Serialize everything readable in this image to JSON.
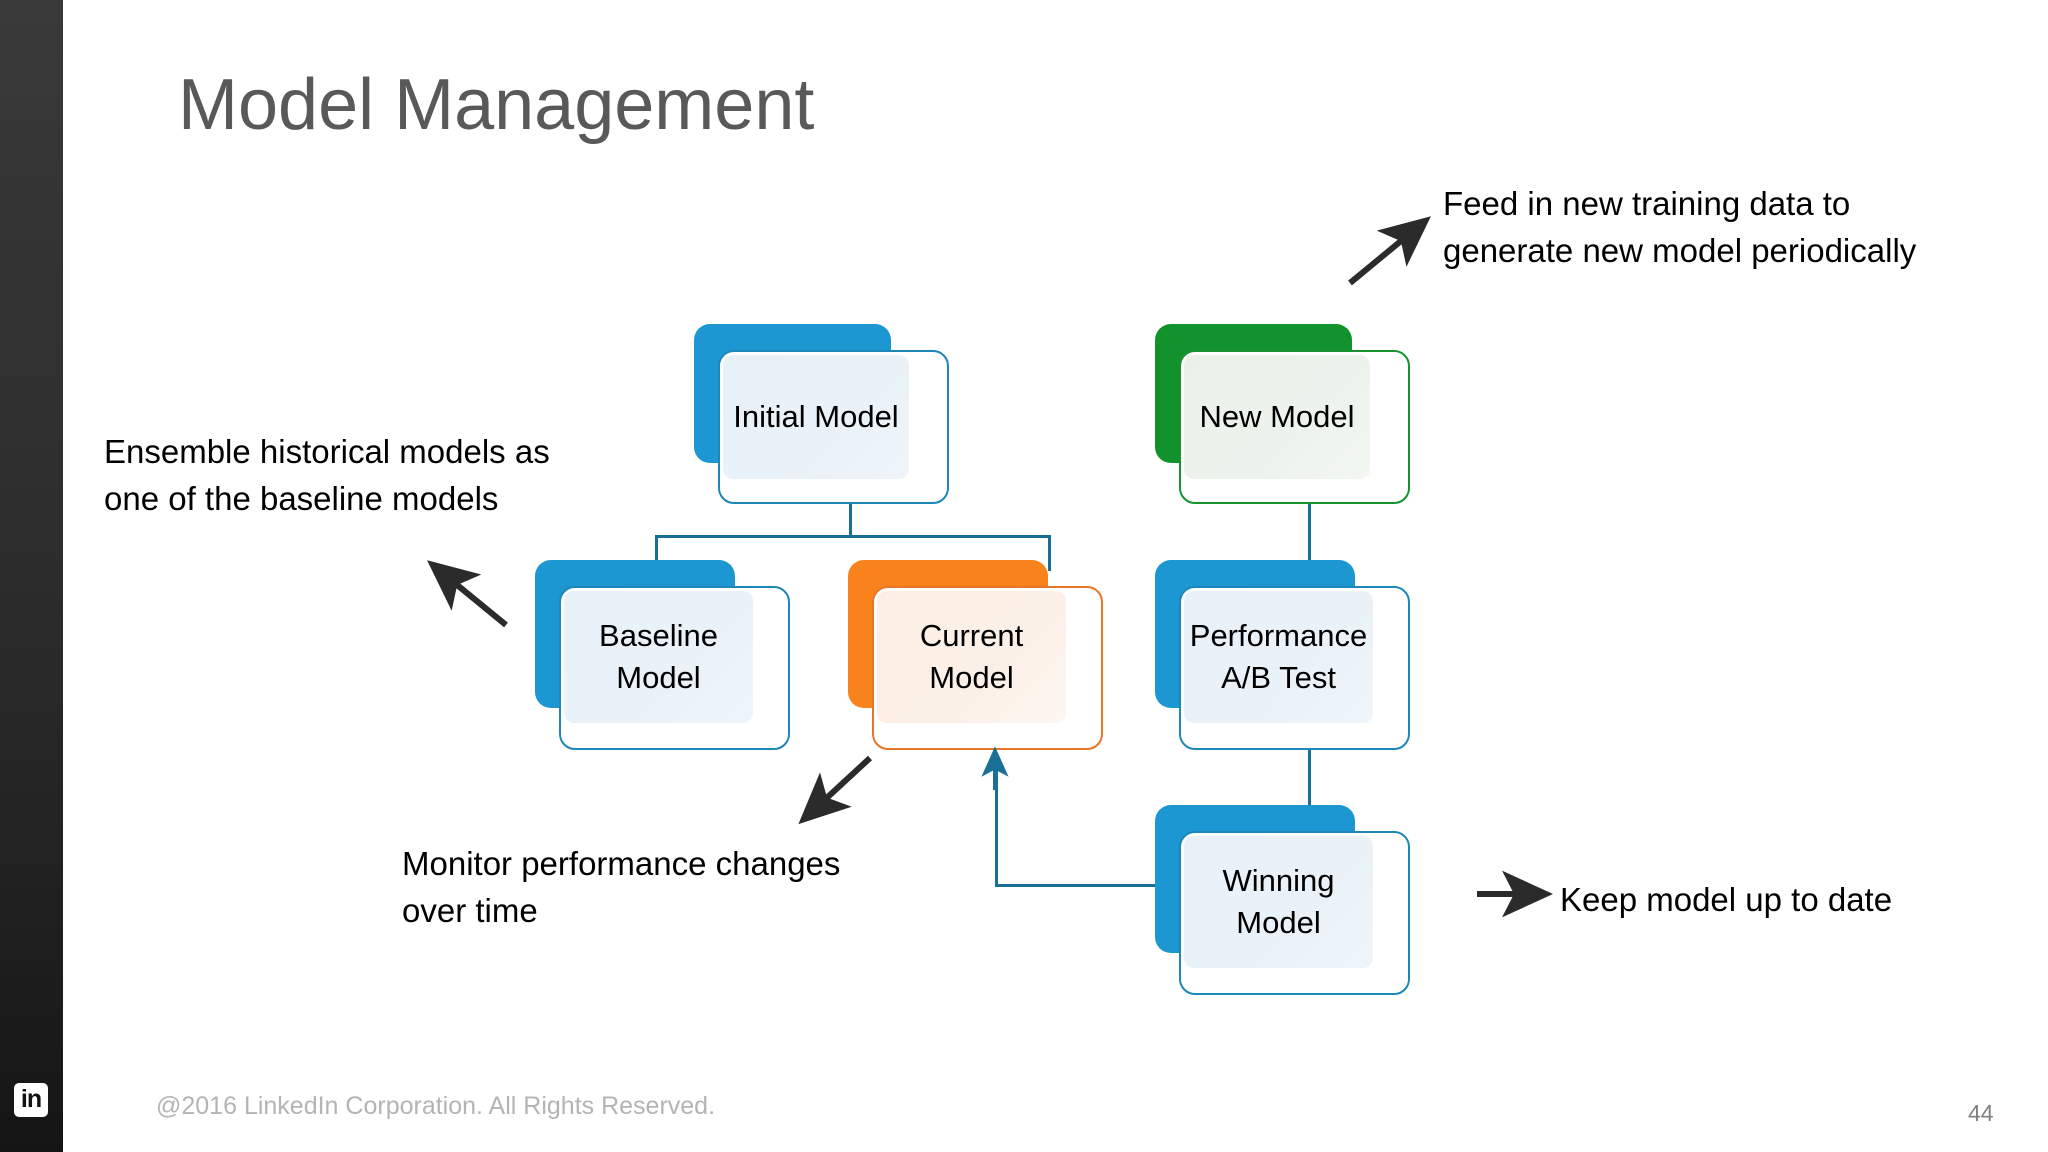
{
  "slide": {
    "title": "Model Management",
    "page_number": "44",
    "footer": "@2016 LinkedIn Corporation. All Rights Reserved.",
    "logo_glyph": "in",
    "logo_name": "linkedin-logo"
  },
  "colors": {
    "blue_fill": "#1C97D1",
    "blue_border": "#1C87B8",
    "orange_fill": "#F8821C",
    "orange_border": "#E8762A",
    "green_fill": "#12922C",
    "green_border": "#17922F",
    "connector": "#1A6F96",
    "arrow_black": "#2b2b2b",
    "title_gray": "#595959",
    "footer_gray": "#b4b4b4",
    "rail_dark": "#2b2b2b"
  },
  "diagram": {
    "type": "flowchart",
    "nodes": [
      {
        "id": "initial-model",
        "label": "Initial Model",
        "color": "blue"
      },
      {
        "id": "baseline-model",
        "label": "Baseline\nModel",
        "color": "blue"
      },
      {
        "id": "current-model",
        "label": "Current\nModel",
        "color": "orange"
      },
      {
        "id": "new-model",
        "label": "New Model",
        "color": "green"
      },
      {
        "id": "performance-ab-test",
        "label": "Performance\nA/B Test",
        "color": "blue"
      },
      {
        "id": "winning-model",
        "label": "Winning\nModel",
        "color": "blue"
      }
    ],
    "edges": [
      {
        "from": "initial-model",
        "to": "baseline-model",
        "style": "elbow"
      },
      {
        "from": "initial-model",
        "to": "current-model",
        "style": "elbow"
      },
      {
        "from": "new-model",
        "to": "performance-ab-test",
        "style": "straight"
      },
      {
        "from": "performance-ab-test",
        "to": "winning-model",
        "style": "straight"
      },
      {
        "from": "winning-model",
        "to": "current-model",
        "style": "elbow-arrow"
      }
    ]
  },
  "annotations": [
    {
      "id": "ensemble",
      "text": "Ensemble historical models as\none of the baseline models",
      "arrow": "up-left"
    },
    {
      "id": "feed",
      "text": "Feed in new training data to\ngenerate new model periodically",
      "arrow": "up-right"
    },
    {
      "id": "monitor",
      "text": "Monitor performance changes\nover time",
      "arrow": "down-left"
    },
    {
      "id": "keep",
      "text": "Keep model up to date",
      "arrow": "right"
    }
  ]
}
